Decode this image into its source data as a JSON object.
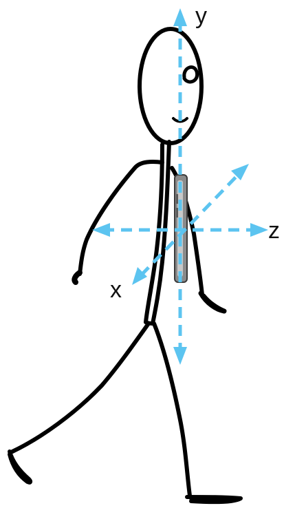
{
  "axes": {
    "y_label": "y",
    "z_label": "z",
    "x_label": "x"
  },
  "colors": {
    "axis_arrow": "#5cc4f0",
    "figure_stroke": "#000000",
    "phone_body": "#8a8a8a",
    "phone_edge": "#c8c8c8",
    "background": "#ffffff"
  }
}
